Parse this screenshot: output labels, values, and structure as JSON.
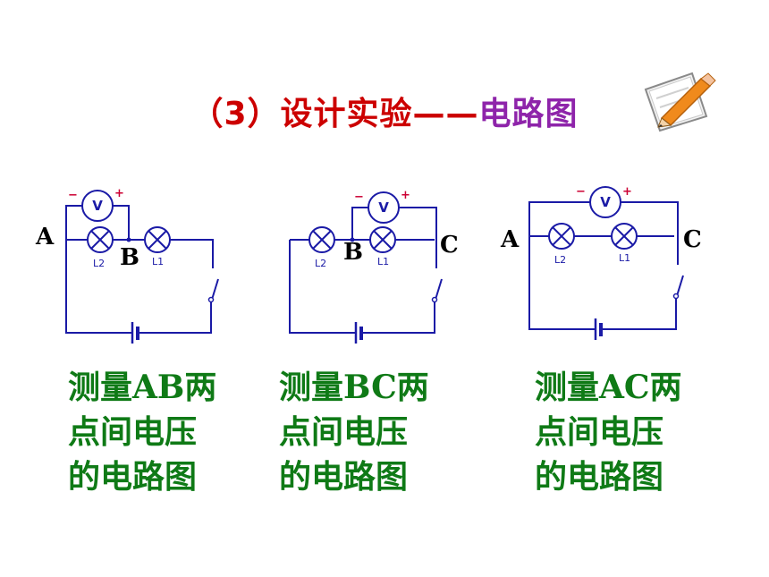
{
  "title": {
    "prefix": "（3）设计实验",
    "dash": "——",
    "suffix": "电路图"
  },
  "colors": {
    "title_red": "#cc0000",
    "title_purple": "#8e24aa",
    "caption_green": "#0f7a16",
    "wire_blue": "#1a1aa6",
    "sign_red": "#cc0033"
  },
  "decor": {
    "icon": "pencil-paper-icon"
  },
  "circuits": [
    {
      "point_left": "A",
      "point_mid": "B",
      "point_right": "",
      "lamp1": "L2",
      "lamp2": "L1",
      "meter": "V",
      "minus": "−",
      "plus": "+",
      "caption": [
        "测量AB两",
        "点间电压",
        "的电路图"
      ]
    },
    {
      "point_left": "",
      "point_mid": "B",
      "point_right": "C",
      "lamp1": "L2",
      "lamp2": "L1",
      "meter": "V",
      "minus": "−",
      "plus": "+",
      "caption": [
        "测量BC两",
        "点间电压",
        "的电路图"
      ]
    },
    {
      "point_left": "A",
      "point_mid": "",
      "point_right": "C",
      "lamp1": "L2",
      "lamp2": "L1",
      "meter": "V",
      "minus": "−",
      "plus": "+",
      "caption": [
        "测量AC两",
        "点间电压",
        "的电路图"
      ]
    }
  ]
}
